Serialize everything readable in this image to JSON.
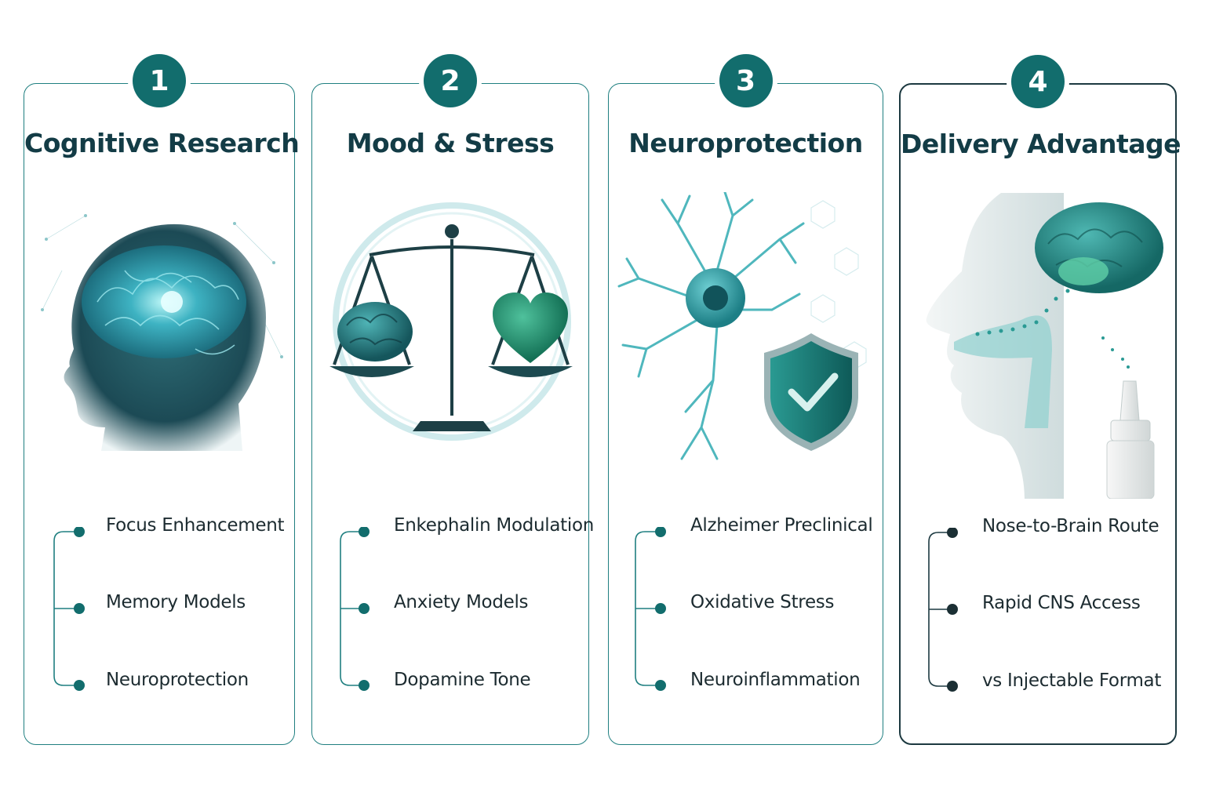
{
  "cards": [
    {
      "number": "1",
      "title": "Cognitive Research",
      "items": [
        "Focus Enhancement",
        "Memory Models",
        "Neuroprotection"
      ]
    },
    {
      "number": "2",
      "title": "Mood & Stress",
      "items": [
        "Enkephalin Modulation",
        "Anxiety Models",
        "Dopamine Tone"
      ]
    },
    {
      "number": "3",
      "title": "Neuroprotection",
      "items": [
        "Alzheimer Preclinical",
        "Oxidative Stress",
        "Neuroinflammation"
      ]
    },
    {
      "number": "4",
      "title": "Delivery Advantage",
      "items": [
        "Nose-to-Brain Route",
        "Rapid CNS Access",
        "vs Injectable Format"
      ]
    }
  ],
  "colors": {
    "teal_dark": "#126d6d",
    "teal_mid": "#1f7f80",
    "teal_light": "#5fb7b8",
    "title_text": "#133c46",
    "card4_border": "#1c3940"
  },
  "icons": [
    "human-head-brain-icon",
    "balance-scale-icon",
    "neuron-shield-icon",
    "nasal-spray-brain-icon"
  ]
}
